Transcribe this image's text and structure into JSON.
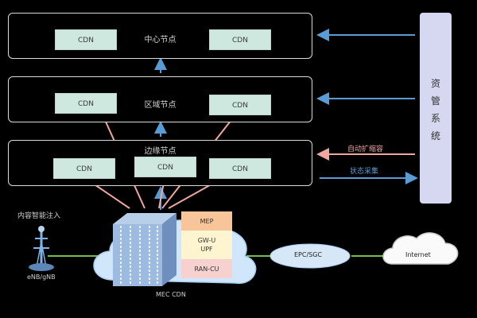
{
  "tiers": [
    {
      "label": "中心节点",
      "cdns": [
        "CDN",
        "CDN"
      ]
    },
    {
      "label": "区域节点",
      "cdns": [
        "CDN",
        "CDN"
      ]
    },
    {
      "label": "边缘节点",
      "cdns": [
        "CDN",
        "CDN",
        "CDN"
      ]
    }
  ],
  "management_system": "资管系统",
  "management_chars": [
    "资",
    "管",
    "系",
    "统"
  ],
  "arrow_labels": {
    "auto_expand": "自动扩缩容",
    "status_collect": "状态采集"
  },
  "content_inject": "内容智能注入",
  "base_station": "eNB/gNB",
  "mec_stack": [
    "MEP",
    "GW-U\nUPF",
    "RAN-CU"
  ],
  "mec_label": "MEC CDN",
  "epc": "EPC/SGC",
  "internet": "Internet",
  "colors": {
    "tier_border": "#d9d9d9",
    "cdn_box": "#cfe8df",
    "arrow_blue": "#5b9bd5",
    "arrow_pink": "#f0a7a0",
    "mgmt_box": "#d5d8f0",
    "green_link": "#6fbf4a",
    "mep_box": "#f8c49a",
    "gwu_box": "#fff4d0",
    "ran_box": "#f7d0d0"
  }
}
